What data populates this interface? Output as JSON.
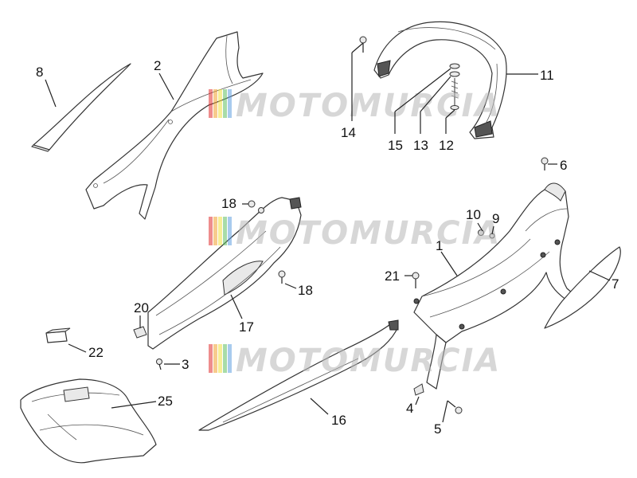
{
  "watermark": {
    "text": "MOTOMURCIA",
    "stripe_colors": [
      "#e03030",
      "#f0a030",
      "#f0e040",
      "#60c060",
      "#60a0e0"
    ]
  },
  "callouts": {
    "c1": "1",
    "c2": "2",
    "c3": "3",
    "c4": "4",
    "c5": "5",
    "c6": "6",
    "c7": "7",
    "c8": "8",
    "c9": "9",
    "c10": "10",
    "c11": "11",
    "c12": "12",
    "c13": "13",
    "c14": "14",
    "c15": "15",
    "c16": "16",
    "c17": "17",
    "c18a": "18",
    "c18b": "18",
    "c20": "20",
    "c21": "21",
    "c22": "22",
    "c25": "25"
  }
}
